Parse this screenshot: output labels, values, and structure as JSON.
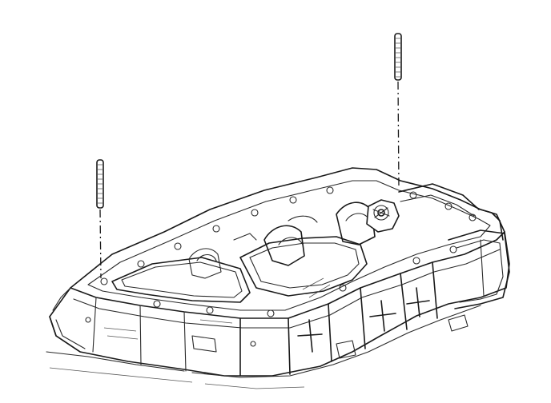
{
  "figure": {
    "subject": "engine-block-lower-with-two-guide-studs",
    "colors": {
      "line": "#1a1a1a",
      "background": "#ffffff"
    }
  },
  "parts": [
    {
      "id": "guide-stud-left"
    },
    {
      "id": "guide-stud-right"
    },
    {
      "id": "engine-block-lower-crankcase"
    }
  ]
}
